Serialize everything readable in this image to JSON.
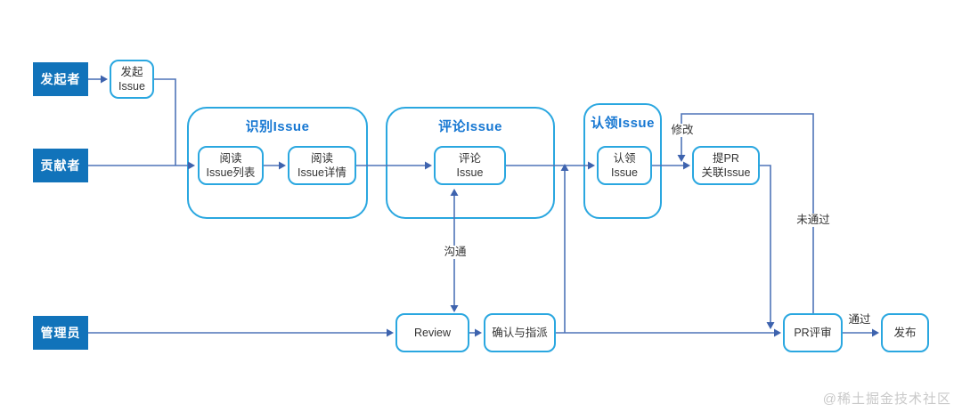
{
  "diagram": {
    "roles": [
      {
        "label": "发起者"
      },
      {
        "label": "贡献者"
      },
      {
        "label": "管理员"
      }
    ],
    "groups": [
      {
        "title": "识别Issue"
      },
      {
        "title": "评论Issue"
      },
      {
        "title": "认领Issue"
      }
    ],
    "nodes": {
      "create_issue": "发起\nIssue",
      "read_issue_list": "阅读\nIssue列表",
      "read_issue_detail": "阅读\nIssue详情",
      "comment_issue": "评论\nIssue",
      "claim_issue": "认领\nIssue",
      "submit_pr": "提PR\n关联Issue",
      "review": "Review",
      "confirm_assign": "确认与指派",
      "pr_review": "PR评审",
      "publish": "发布"
    },
    "edge_labels": {
      "communicate": "沟通",
      "modify": "修改",
      "rejected": "未通过",
      "approved": "通过"
    },
    "colors": {
      "role_fill": "#1173ba",
      "box_border": "#2aa7e0",
      "group_title": "#1677d2",
      "connector": "#4f74b8",
      "arrow": "#3e63ae",
      "text": "#333333",
      "watermark": "#c9c9c9"
    },
    "watermark": "@稀土掘金技术社区"
  }
}
